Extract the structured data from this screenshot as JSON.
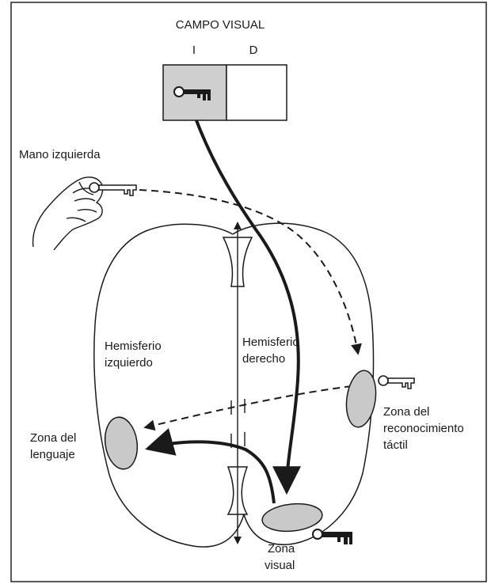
{
  "visual_field": {
    "title": "CAMPO VISUAL",
    "left_label": "I",
    "right_label": "D"
  },
  "labels": {
    "left_hand": "Mano izquierda",
    "left_hemisphere_line1": "Hemisferio",
    "left_hemisphere_line2": "izquierdo",
    "right_hemisphere_line1": "Hemisferio",
    "right_hemisphere_line2": "derecho",
    "language_zone_line1": "Zona del",
    "language_zone_line2": "lenguaje",
    "tactile_zone_line1": "Zona del",
    "tactile_zone_line2": "reconocimiento",
    "tactile_zone_line3": "táctil",
    "visual_zone_line1": "Zona",
    "visual_zone_line2": "visual"
  },
  "colors": {
    "ink": "#1a1a1a",
    "zone_fill": "#c9c9c9",
    "left_field_fill": "#cfcfcf",
    "background": "#ffffff"
  },
  "icons": [
    "key-icon",
    "hand-icon"
  ]
}
